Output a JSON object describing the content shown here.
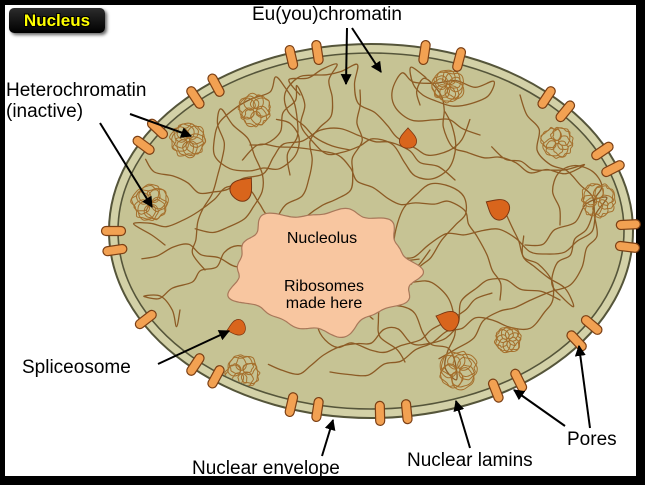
{
  "slide": {
    "title": "Nucleus"
  },
  "labels": {
    "euchromatin": "Eu(you)chromatin",
    "heterochromatin": "Heterochromatin",
    "heterochromatin_note": "(inactive)",
    "nucleolus": "Nucleolus",
    "ribosomes_line1": "Ribosomes",
    "ribosomes_line2": "made here",
    "spliceosome": "Spliceosome",
    "nuclear_envelope": "Nuclear envelope",
    "nuclear_lamins": "Nuclear lamins",
    "pores": "Pores"
  },
  "colors": {
    "frame": "#000000",
    "background": "#ffffff",
    "text": "#000000",
    "title_text": "#ffff00",
    "title_background": "#000000",
    "nucleoplasm": "#c6c394",
    "envelope": "#d3d1a7",
    "envelope_outline": "#55553a",
    "pore": "#f2a152",
    "pore_outline": "#7b3f14",
    "nucleolus": "#f8c6a0",
    "nucleolus_outline": "#a8785a",
    "chromatin": "#8c5b25",
    "heterochromatin": "#a56f2c",
    "spliceosome": "#d9651c",
    "spliceosome_outline": "#7a3510"
  }
}
